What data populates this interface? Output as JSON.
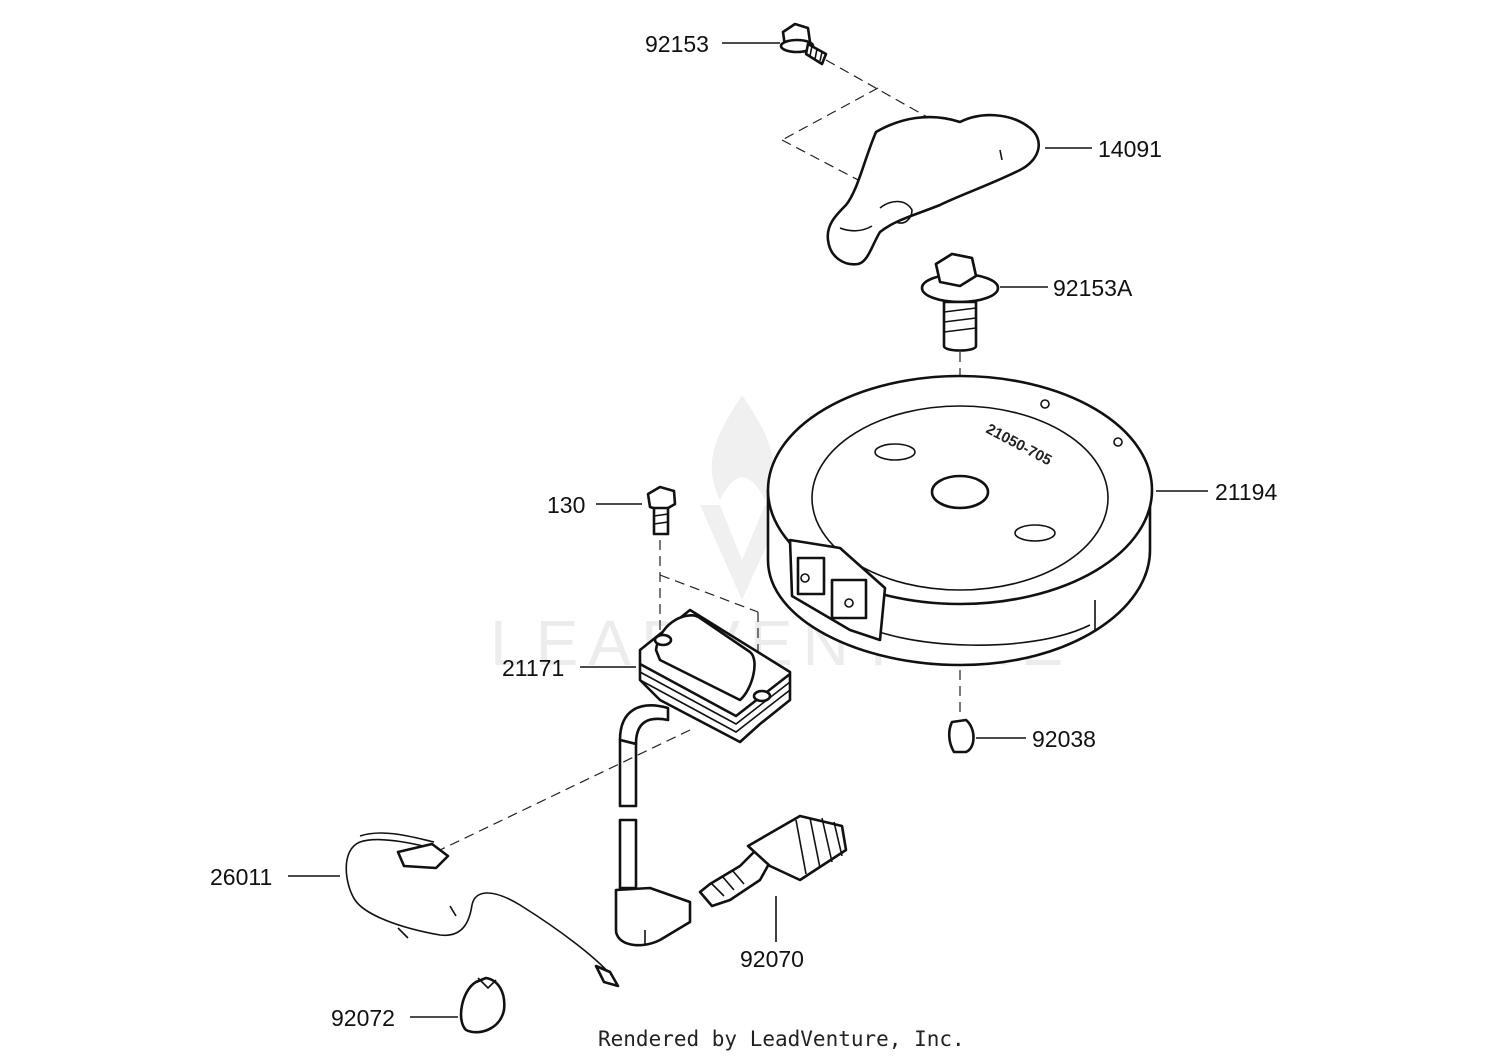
{
  "footer": {
    "rendered_by": "Rendered by LeadVenture, Inc."
  },
  "watermark": {
    "text": "LEADVENTURE"
  },
  "flywheel": {
    "stamp": "21050-705"
  },
  "parts": [
    {
      "id": "92153"
    },
    {
      "id": "14091"
    },
    {
      "id": "92153A"
    },
    {
      "id": "21194"
    },
    {
      "id": "130"
    },
    {
      "id": "21171"
    },
    {
      "id": "92038"
    },
    {
      "id": "26011"
    },
    {
      "id": "92070"
    },
    {
      "id": "92072"
    }
  ]
}
